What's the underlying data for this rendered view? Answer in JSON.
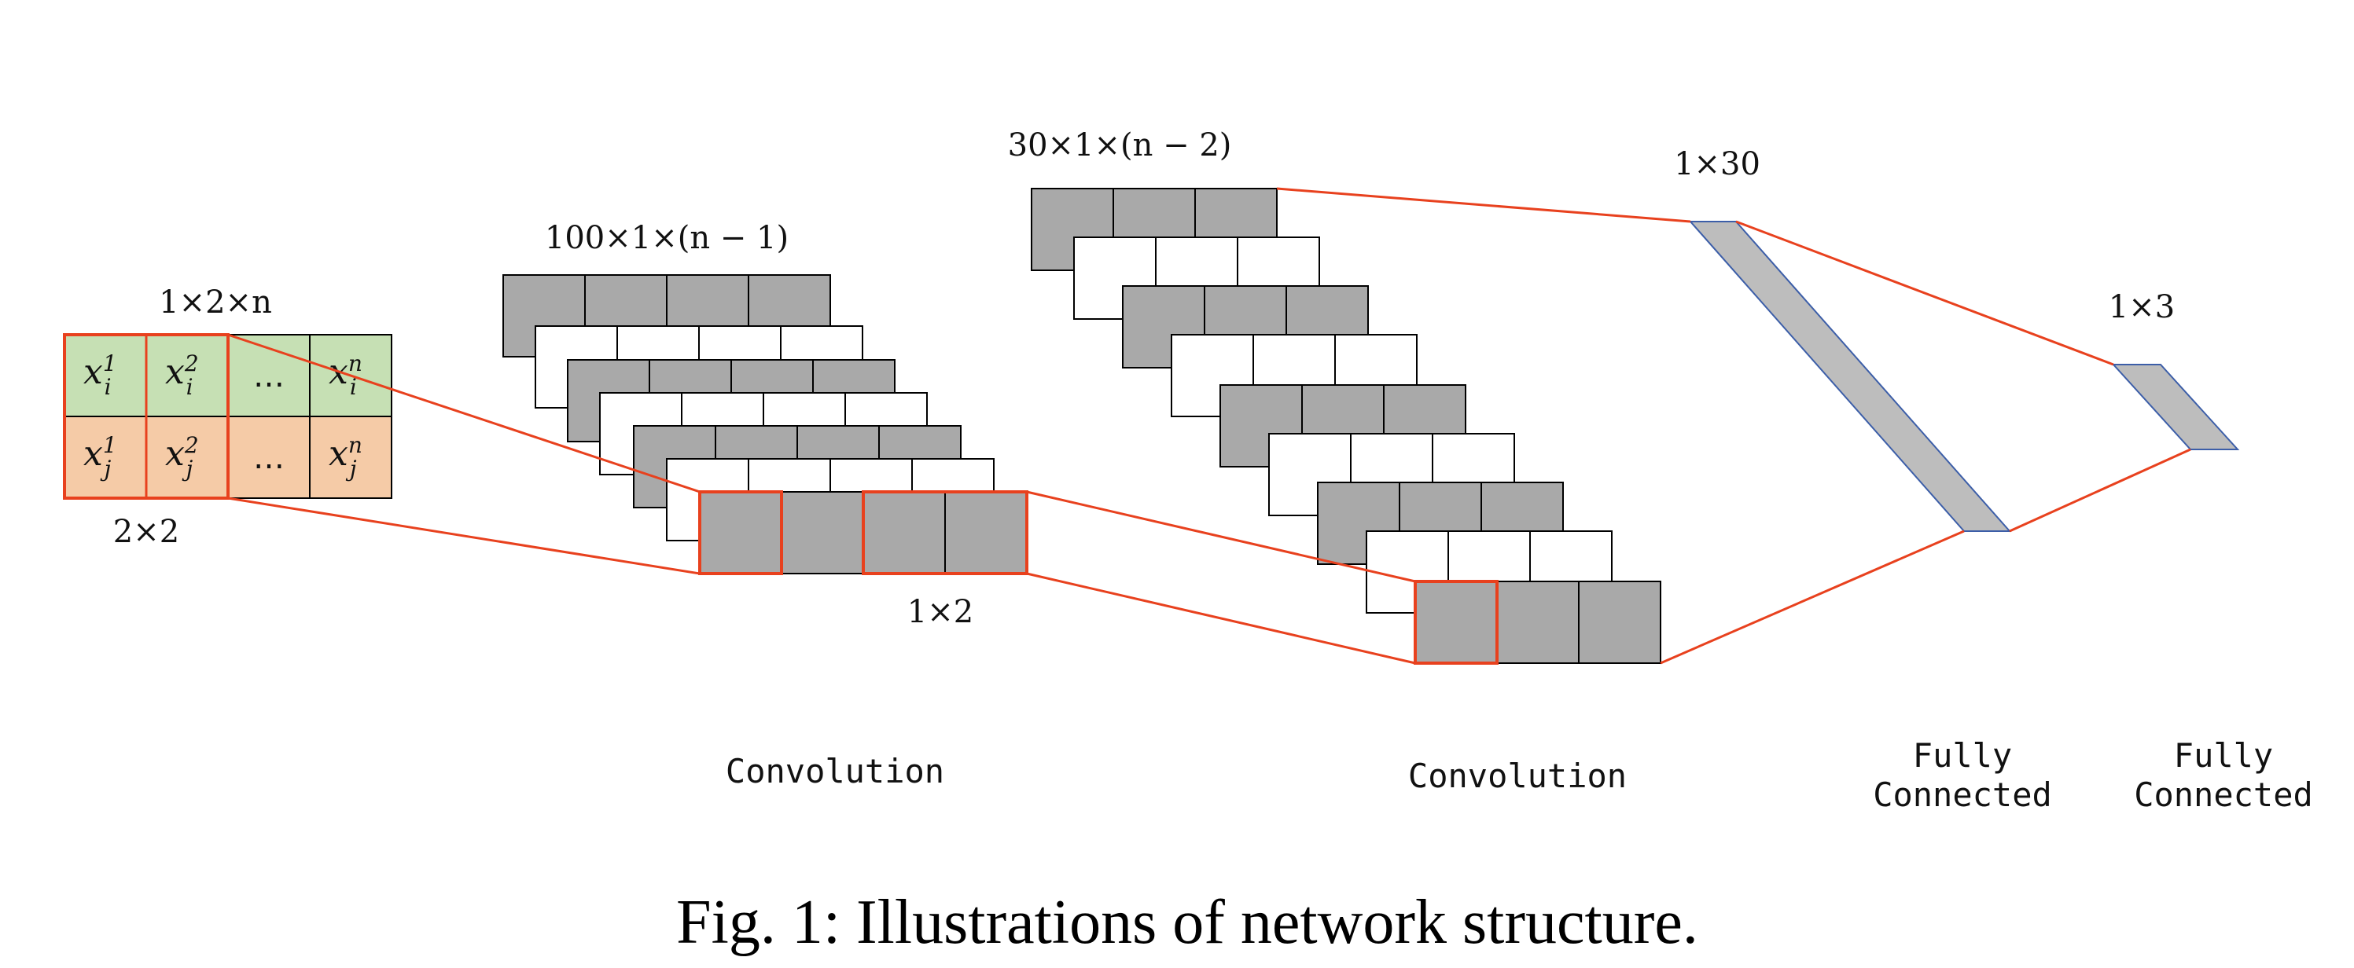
{
  "colors": {
    "line": "#e8411e",
    "gray": "#a9a9a9",
    "fc_fill": "#bdbdbd",
    "fc_stroke": "#3c5ea8",
    "green": "#c6e0b4",
    "orange": "#f5cba7"
  },
  "input": {
    "dims": "1×2×n",
    "kernel": "2×2",
    "row_i": {
      "c1": "x",
      "c1_sub": "i",
      "c1_sup": "1",
      "c2": "x",
      "c2_sub": "i",
      "c2_sup": "2",
      "dots": "…",
      "cn": "x",
      "cn_sub": "i",
      "cn_sup": "n"
    },
    "row_j": {
      "c1": "x",
      "c1_sub": "j",
      "c1_sup": "1",
      "c2": "x",
      "c2_sub": "j",
      "c2_sup": "2",
      "dots": "…",
      "cn": "x",
      "cn_sub": "j",
      "cn_sup": "n"
    }
  },
  "conv1": {
    "dims": "100×1×(n − 1)",
    "kernel": "1×2",
    "label": "Convolution"
  },
  "conv2": {
    "dims": "30×1×(n − 2)",
    "label": "Convolution"
  },
  "fc1": {
    "dims": "1×30",
    "label_line1": "Fully",
    "label_line2": "Connected"
  },
  "fc2": {
    "dims": "1×3",
    "label_line1": "Fully",
    "label_line2": "Connected"
  },
  "caption": "Fig. 1: Illustrations of network structure."
}
